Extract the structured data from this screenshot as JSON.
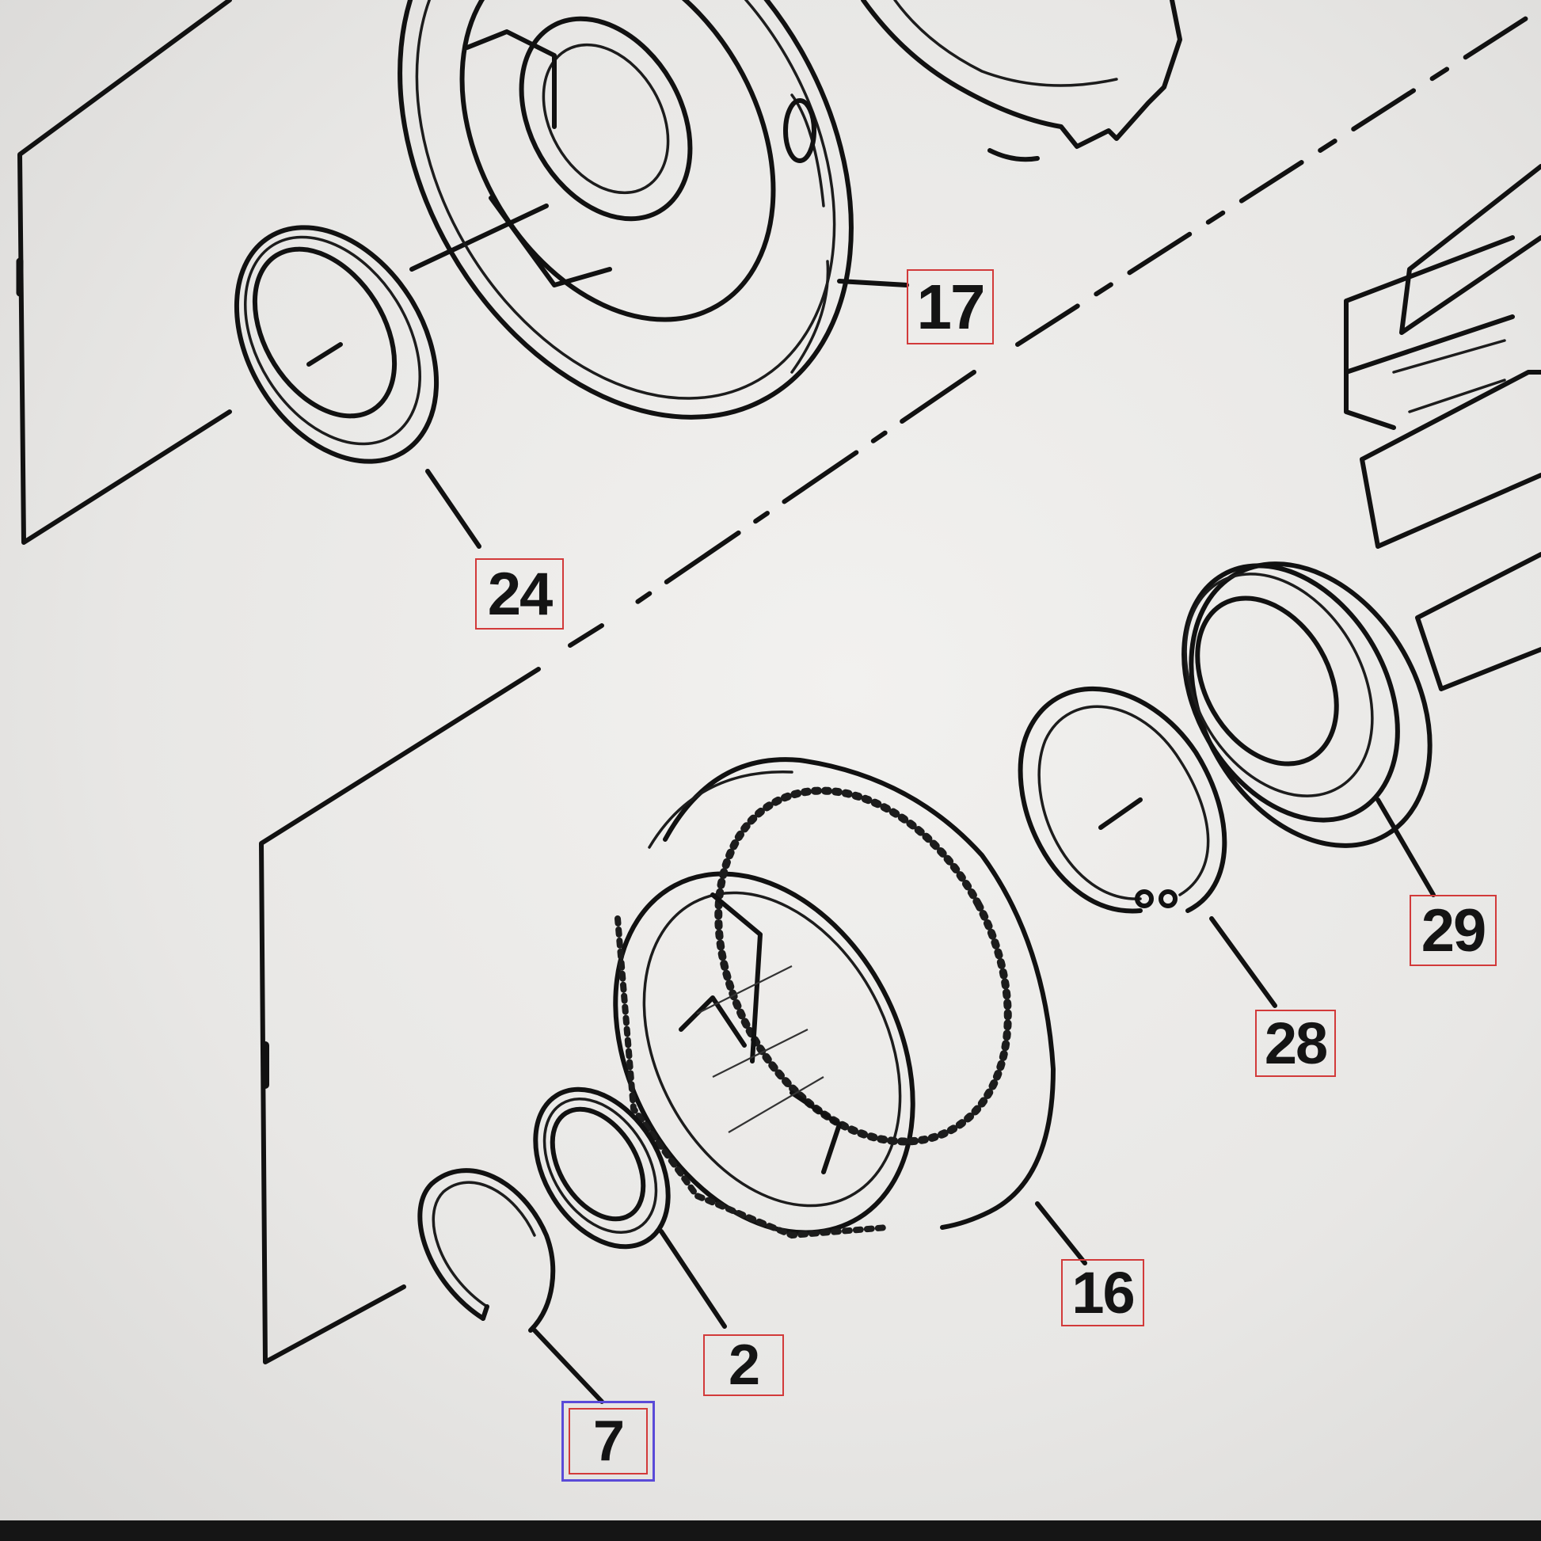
{
  "diagram": {
    "callouts": [
      {
        "id": "17",
        "label": "17"
      },
      {
        "id": "24",
        "label": "24"
      },
      {
        "id": "29",
        "label": "29"
      },
      {
        "id": "28",
        "label": "28"
      },
      {
        "id": "16",
        "label": "16"
      },
      {
        "id": "2",
        "label": "2"
      },
      {
        "id": "7",
        "label": "7",
        "selected": true
      }
    ],
    "colors": {
      "callout_border": "#d23a3a",
      "selected_outline": "#5a4ad8",
      "line_art": "#111111",
      "background": "#eeedeb"
    }
  }
}
